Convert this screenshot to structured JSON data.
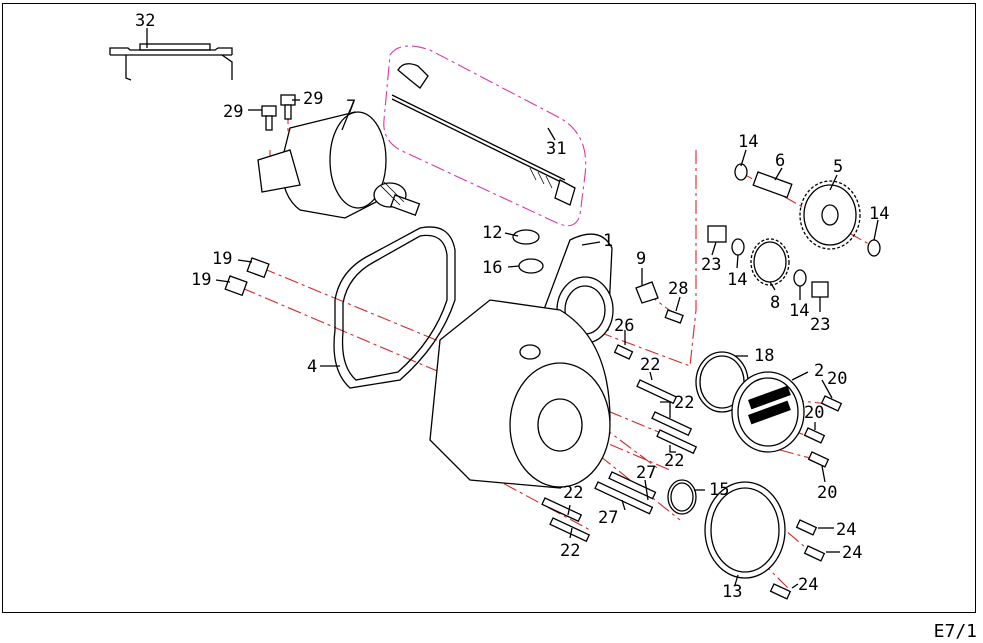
{
  "diagram": {
    "page_code": "E7/1",
    "callouts": [
      "32",
      "29",
      "29",
      "7",
      "31",
      "14",
      "6",
      "5",
      "14",
      "12",
      "1",
      "16",
      "9",
      "23",
      "14",
      "28",
      "8",
      "14",
      "23",
      "19",
      "19",
      "4",
      "26",
      "22",
      "18",
      "2",
      "20",
      "22",
      "20",
      "22",
      "20",
      "27",
      "15",
      "22",
      "27",
      "22",
      "24",
      "24",
      "13",
      "24"
    ]
  }
}
